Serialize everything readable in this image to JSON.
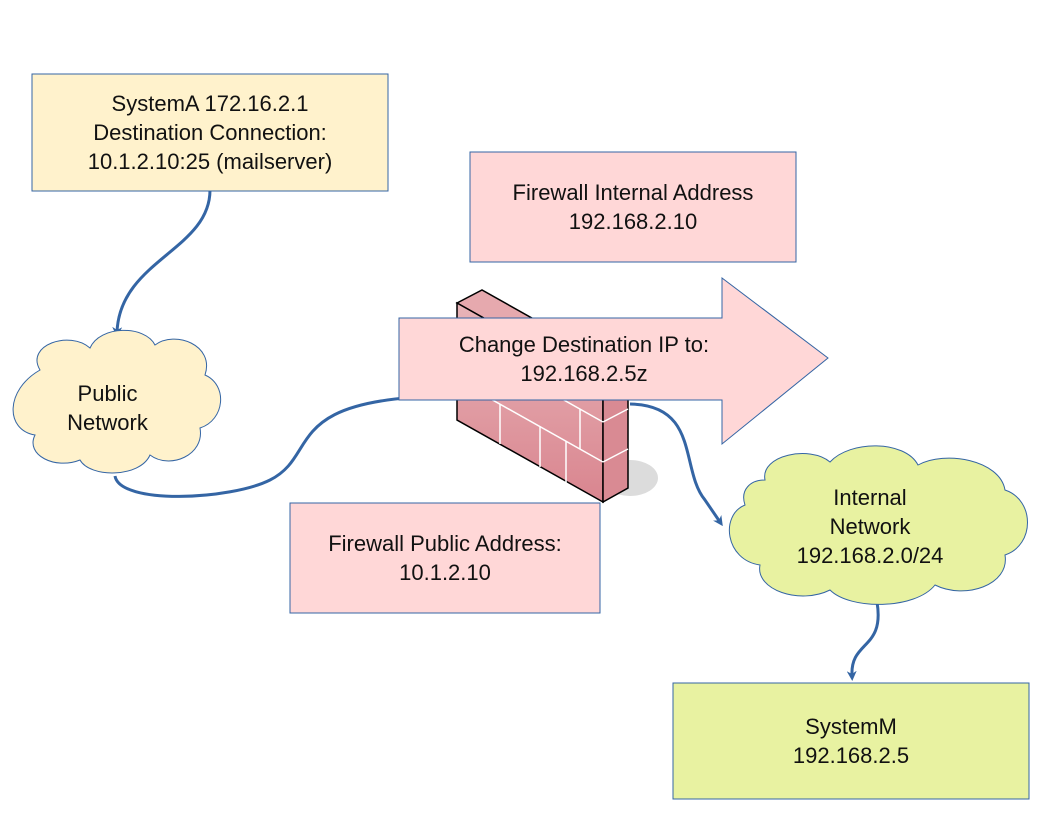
{
  "systemA": {
    "line1": "SystemA 172.16.2.1",
    "line2": "Destination Connection:",
    "line3": "10.1.2.10:25 (mailserver)"
  },
  "fw_internal": {
    "line1": "Firewall Internal Address",
    "line2": "192.168.2.10"
  },
  "nat_arrow": {
    "line1": "Change Destination IP to:",
    "line2": "192.168.2.5z"
  },
  "public_network": {
    "line1": "Public",
    "line2": "Network"
  },
  "fw_public": {
    "line1": "Firewall Public Address:",
    "line2": "10.1.2.10"
  },
  "internal_network": {
    "line1": "Internal",
    "line2": "Network",
    "line3": "192.168.2.0/24"
  },
  "systemM": {
    "line1": "SystemM",
    "line2": "192.168.2.5"
  },
  "colors": {
    "yellow_box": "#fff2cc",
    "pink_box": "#ffd7d7",
    "green": "#e8f2a1",
    "connector": "#3465a4",
    "border": "#3465a4"
  }
}
